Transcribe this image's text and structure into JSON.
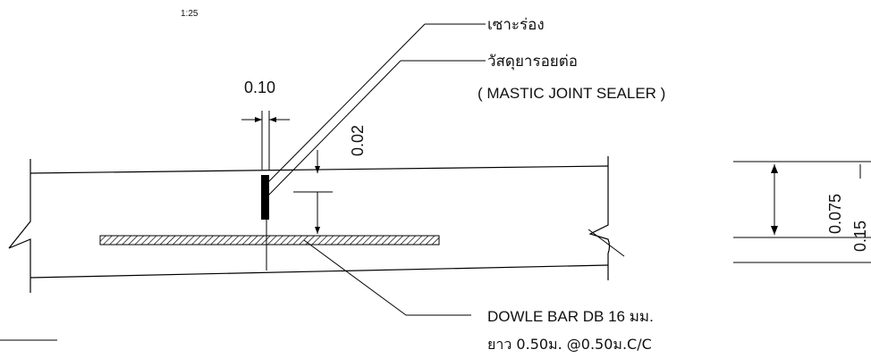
{
  "scale": "1:25",
  "labels": {
    "groove": "เซาะร่อง",
    "filler": "วัสดุยารอยต่อ",
    "filler_en": "( MASTIC JOINT SEALER )",
    "dowel_spec": "DOWLE BAR DB 16 มม.",
    "dowel_length": "ยาว 0.50ม. @0.50ม.C/C"
  },
  "dimensions": {
    "joint_width": "0.10",
    "groove_depth": "0.02",
    "half_thickness": "0.075",
    "slab_thickness": "0.15"
  }
}
